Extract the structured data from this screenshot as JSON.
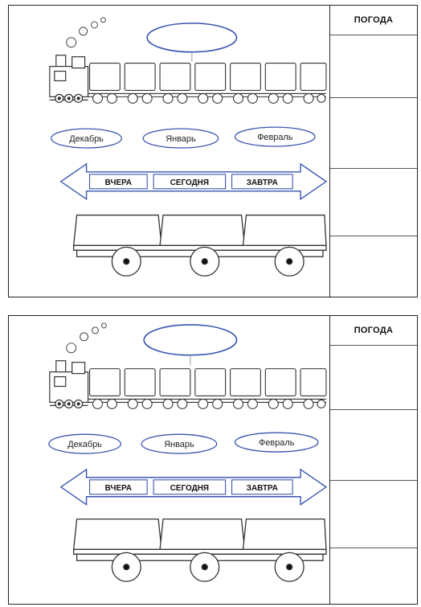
{
  "cards": [
    {
      "weather_title": "ПОГОДА",
      "months": [
        "Декабрь",
        "Январь",
        "Февраль"
      ],
      "days": [
        "ВЧЕРА",
        "СЕГОДНЯ",
        "ЗАВТРА"
      ]
    },
    {
      "weather_title": "ПОГОДА",
      "months": [
        "Декабрь",
        "Январь",
        "Февраль"
      ],
      "days": [
        "ВЧЕРА",
        "СЕГОДНЯ",
        "ЗАВТРА"
      ]
    }
  ]
}
